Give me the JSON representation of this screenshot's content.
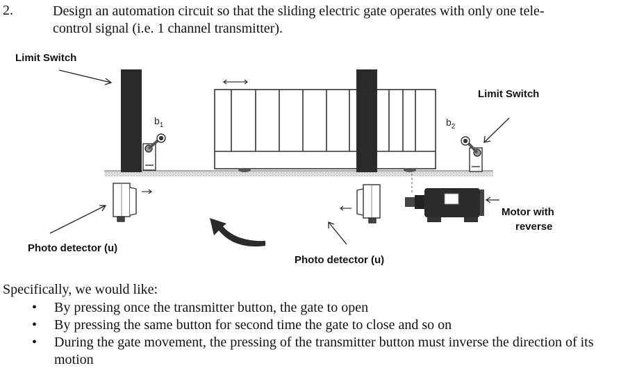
{
  "question": {
    "number": "2.",
    "line1": "Design an automation circuit so that the sliding electric gate operates with only one tele-",
    "line2": "control signal (i.e. 1 channel transmitter)."
  },
  "figure": {
    "labels": {
      "limit_switch_left": "Limit Switch",
      "limit_switch_right": "Limit Switch",
      "photo_detector_left": "Photo detector (u)",
      "photo_detector_center": "Photo detector (u)",
      "motor_line1": "Motor with",
      "motor_line2": "reverse",
      "b1": "b",
      "b1_sub": "1",
      "b2": "b",
      "b2_sub": "2"
    }
  },
  "specification": {
    "intro": "Specifically, we would like:",
    "items": [
      "By pressing once the transmitter button, the gate to open",
      "By pressing the same button for second time the gate to close and so on",
      "During the gate movement, the pressing of the transmitter button must inverse the direction of its motion"
    ],
    "bullet": "•"
  }
}
